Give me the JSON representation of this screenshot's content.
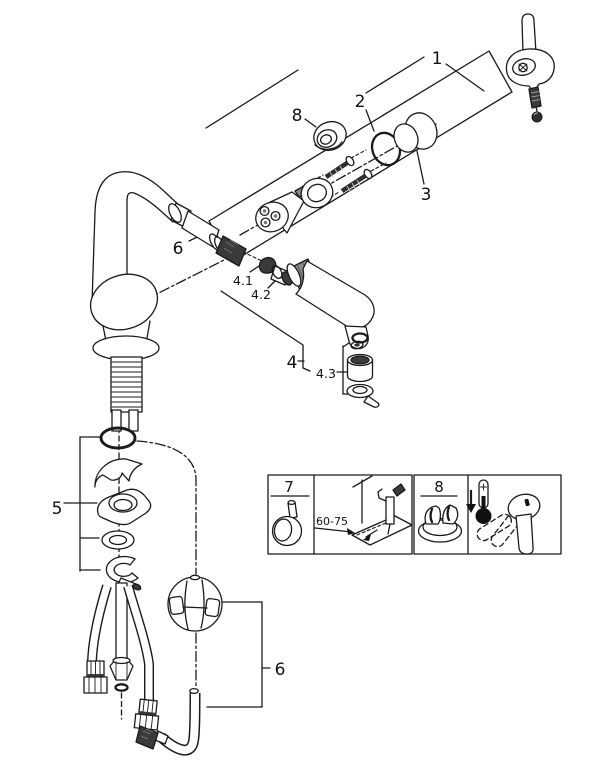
{
  "colors": {
    "background": "#ffffff",
    "line": "#1a1a1a",
    "dark_fill": "#3a3a3a"
  },
  "callouts": {
    "c1": "1",
    "c2": "2",
    "c3": "3",
    "c4": "4",
    "c41": "4.1",
    "c42": "4.2",
    "c43": "4.3",
    "c5": "5",
    "c6_top": "6",
    "c6_bottom": "6",
    "c7": "7",
    "c8_top": "8",
    "c8_box": "8",
    "dim_60_75": "60-75"
  },
  "parts_index": [
    {
      "callout": "1",
      "part": "lever-handle"
    },
    {
      "callout": "2",
      "part": "o-ring-seal"
    },
    {
      "callout": "3",
      "part": "cartridge-screws-dome-cap"
    },
    {
      "callout": "4",
      "part": "pull-out-spray-head"
    },
    {
      "callout": "4.1",
      "part": "check-valve"
    },
    {
      "callout": "4.2",
      "part": "adapter"
    },
    {
      "callout": "4.3",
      "part": "mousseur-aerator"
    },
    {
      "callout": "5",
      "part": "mounting-set"
    },
    {
      "callout": "6",
      "part": "pull-out-hose-with-weight"
    },
    {
      "callout": "7",
      "part": "handle-knob-inset"
    },
    {
      "callout": "8",
      "part": "flow-limiter-inset"
    }
  ]
}
